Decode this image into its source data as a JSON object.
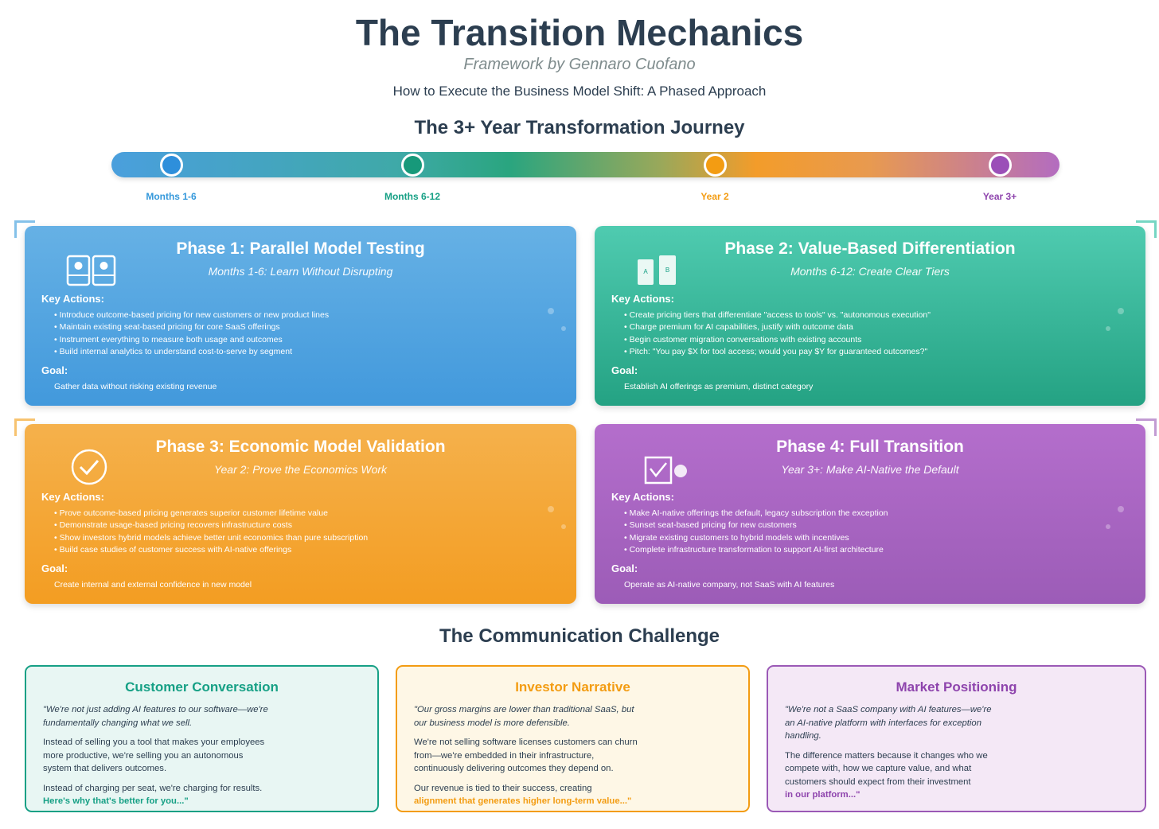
{
  "header": {
    "title": "The Transition Mechanics",
    "subtitle": "Framework by Gennaro Cuofano",
    "tagline": "How to Execute the Business Model Shift: A Phased Approach"
  },
  "timeline": {
    "title": "The 3+ Year Transformation Journey",
    "stages": [
      {
        "label": "Months 1-6",
        "color": "#3498db"
      },
      {
        "label": "Months 6-12",
        "color": "#16a085"
      },
      {
        "label": "Year 2",
        "color": "#f39c12"
      },
      {
        "label": "Year 3+",
        "color": "#8e44ad"
      }
    ]
  },
  "phases": [
    {
      "title": "Phase 1: Parallel Model Testing",
      "subtitle": "Months 1-6: Learn Without Disrupting",
      "key_actions_label": "Key Actions:",
      "actions": [
        "Introduce outcome-based pricing for new customers or new product lines",
        "Maintain existing seat-based pricing for core SaaS offerings",
        "Instrument everything to measure both usage and outcomes",
        "Build internal analytics to understand cost-to-serve by segment"
      ],
      "goal_label": "Goal:",
      "goal": "Gather data without risking existing revenue",
      "icon": "parallel-cards-icon",
      "color": "#3498db"
    },
    {
      "title": "Phase 2: Value-Based Differentiation",
      "subtitle": "Months 6-12: Create Clear Tiers",
      "key_actions_label": "Key Actions:",
      "actions": [
        "Create pricing tiers that differentiate \"access to tools\" vs. \"autonomous execution\"",
        "Charge premium for AI capabilities, justify with outcome data",
        "Begin customer migration conversations with existing accounts",
        "Pitch: \"You pay $X for tool access; would you pay $Y for guaranteed outcomes?\""
      ],
      "goal_label": "Goal:",
      "goal": "Establish AI offerings as premium, distinct category",
      "icon": "ab-tiers-icon",
      "icon_labels": [
        "A",
        "B"
      ],
      "color": "#1abc9c"
    },
    {
      "title": "Phase 3: Economic Model Validation",
      "subtitle": "Year 2: Prove the Economics Work",
      "key_actions_label": "Key Actions:",
      "actions": [
        "Prove outcome-based pricing generates superior customer lifetime value",
        "Demonstrate usage-based pricing recovers infrastructure costs",
        "Show investors hybrid models achieve better unit economics than pure subscription",
        "Build case studies of customer success with AI-native offerings"
      ],
      "goal_label": "Goal:",
      "goal": "Create internal and external confidence in new model",
      "icon": "check-circle-icon",
      "color": "#f39c12"
    },
    {
      "title": "Phase 4: Full Transition",
      "subtitle": "Year 3+: Make AI-Native the Default",
      "key_actions_label": "Key Actions:",
      "actions": [
        "Make AI-native offerings the default, legacy subscription the exception",
        "Sunset seat-based pricing for new customers",
        "Migrate existing customers to hybrid models with incentives",
        "Complete infrastructure transformation to support AI-first architecture"
      ],
      "goal_label": "Goal:",
      "goal": "Operate as AI-native company, not SaaS with AI features",
      "icon": "check-box-icon",
      "color": "#9b59b6"
    }
  ],
  "communication": {
    "title": "The Communication Challenge",
    "cards": [
      {
        "title": "Customer Conversation",
        "quote": "\"We're not just adding AI features to our software—we're fundamentally changing what we sell.",
        "paras": [
          "Instead of selling you a tool that makes your employees more productive, we're selling you an autonomous system that delivers outcomes.",
          "Instead of charging per seat, we're charging for results."
        ],
        "emphasis": "Here's why that's better for you...\"",
        "color": "#16a085",
        "bg": "#e8f6f3"
      },
      {
        "title": "Investor Narrative",
        "quote": "\"Our gross margins are lower than traditional SaaS, but our business model is more defensible.",
        "paras": [
          "We're not selling software licenses customers can churn from—we're embedded in their infrastructure, continuously delivering outcomes they depend on.",
          "Our revenue is tied to their success, creating"
        ],
        "emphasis": "alignment that generates higher long-term value...\"",
        "color": "#f39c12",
        "bg": "#fef7e6"
      },
      {
        "title": "Market Positioning",
        "quote": "\"We're not a SaaS company with AI features—we're an AI-native platform with interfaces for exception handling.",
        "paras": [
          "The difference matters because it changes who we compete with, how we capture value, and what customers should expect from their investment"
        ],
        "emphasis": "in our platform...\"",
        "color": "#8e44ad",
        "bg": "#f4e8f6"
      }
    ]
  }
}
